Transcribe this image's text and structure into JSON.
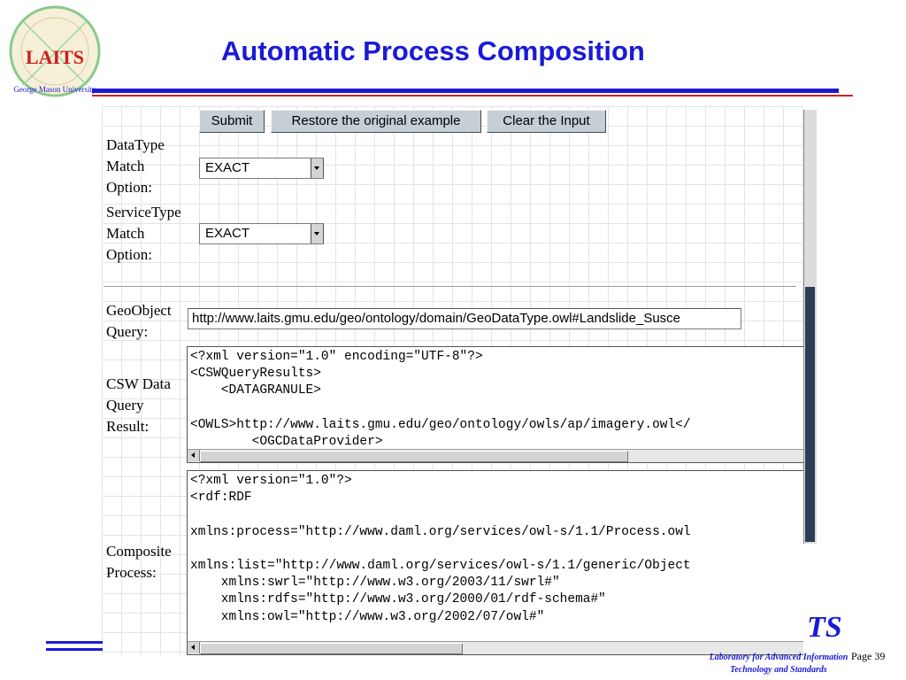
{
  "slide": {
    "title": "Automatic Process Composition",
    "logo_text": "LAITS",
    "logo_ring_text": "George Mason University",
    "footer_logo_fragment": "TS",
    "footer_org_line1": "Laboratory for Advanced Information",
    "footer_org_line2": "Technology and Standards",
    "page_label": "Page  39"
  },
  "colors": {
    "title": "#1a1ad6",
    "rule_blue": "#1a1ad6",
    "rule_red": "#cc2222",
    "button_face": "#c6ced6",
    "scroll_thumb": "#2e3d57"
  },
  "form": {
    "buttons": {
      "submit": "Submit",
      "restore": "Restore the original example",
      "clear": "Clear the Input"
    },
    "datatype_label": [
      "DataType",
      "Match",
      "Option:"
    ],
    "datatype_value": "EXACT",
    "servicetype_label": [
      "ServiceType",
      "Match",
      "Option:"
    ],
    "servicetype_value": "EXACT",
    "geoobject_label": [
      "GeoObject",
      "Query:"
    ],
    "geoobject_value": "http://www.laits.gmu.edu/geo/ontology/domain/GeoDataType.owl#Landslide_Susce",
    "csw_label": [
      "CSW Data",
      "Query",
      "Result:"
    ],
    "csw_text": "<?xml version=\"1.0\" encoding=\"UTF-8\"?>\n<CSWQueryResults>\n    <DATAGRANULE>\n\n<OWLS>http://www.laits.gmu.edu/geo/ontology/owls/ap/imagery.owl</\n        <OGCDataProvider>",
    "composite_label": [
      "Composite",
      "Process:"
    ],
    "composite_text": "<?xml version=\"1.0\"?>\n<rdf:RDF\n\nxmlns:process=\"http://www.daml.org/services/owl-s/1.1/Process.owl\n\nxmlns:list=\"http://www.daml.org/services/owl-s/1.1/generic/Object\n    xmlns:swrl=\"http://www.w3.org/2003/11/swrl#\"\n    xmlns:rdfs=\"http://www.w3.org/2000/01/rdf-schema#\"\n    xmlns:owl=\"http://www.w3.org/2002/07/owl#\""
  }
}
